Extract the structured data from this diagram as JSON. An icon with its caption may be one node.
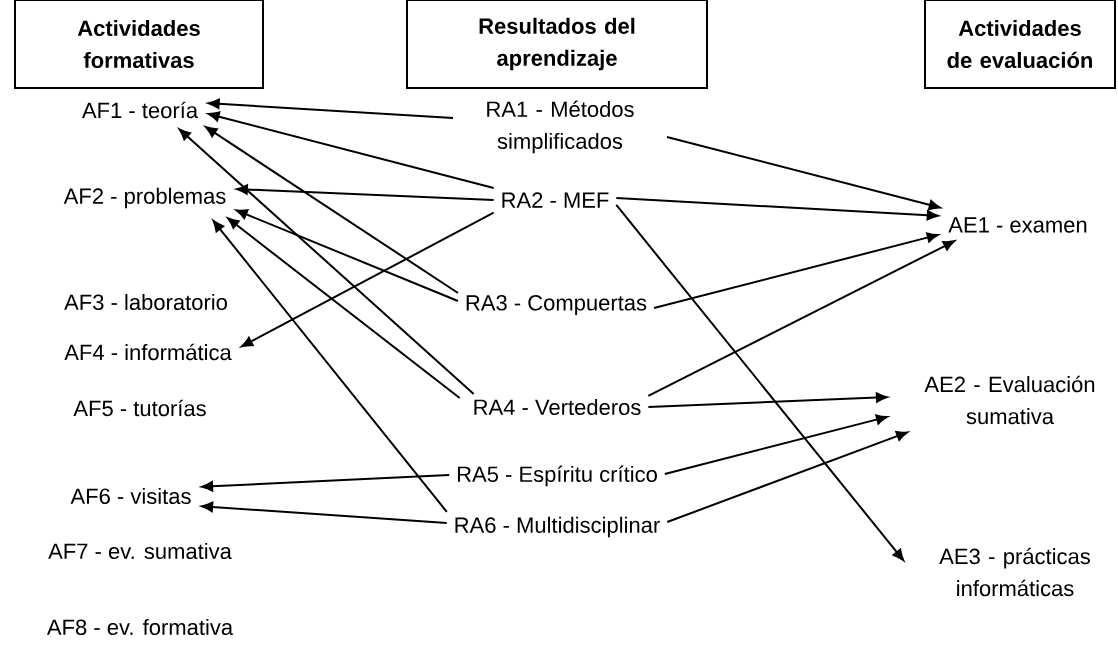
{
  "diagram": {
    "nodes": [
      {
        "text": [
          "Actividades formativas"
        ]
      },
      {
        "text": [
          "Resultados del aprendizaje"
        ]
      },
      {
        "text": [
          "Actividades de evaluación"
        ]
      },
      {
        "text": [
          "AF1 - teoría"
        ]
      },
      {
        "text": [
          "AF2 - problemas"
        ]
      },
      {
        "text": [
          "AF3 - laboratorio"
        ]
      },
      {
        "text": [
          "AF4 - informática"
        ]
      },
      {
        "text": [
          "AF5 - tutorías"
        ]
      },
      {
        "text": [
          "AF6 - visitas"
        ]
      },
      {
        "text": [
          "AF7 - ev. sumativa"
        ]
      },
      {
        "text": [
          "AF8 - ev. formativa"
        ]
      },
      {
        "text": [
          "RA1 - Métodos simplificados"
        ]
      },
      {
        "text": [
          "RA2 - MEF"
        ]
      },
      {
        "text": [
          "RA3 - Compuertas"
        ]
      },
      {
        "text": [
          "RA4 - Vertederos"
        ]
      },
      {
        "text": [
          "RA5 - Espíritu crítico"
        ]
      },
      {
        "text": [
          "RA6 - Multidisciplinar"
        ]
      },
      {
        "text": [
          "AE1 - examen"
        ]
      },
      {
        "text": [
          "AE2 - Evaluación sumativa"
        ]
      },
      {
        "text": [
          "AE3 - prácticas informáticas"
        ]
      }
    ],
    "edges": [
      {
        "from": 11,
        "to": 3,
        "arrow": "to"
      },
      {
        "from": 12,
        "to": 3,
        "arrow": "to"
      },
      {
        "from": 13,
        "to": 3,
        "arrow": "to"
      },
      {
        "from": 14,
        "to": 3,
        "arrow": "to"
      },
      {
        "from": 12,
        "to": 4,
        "arrow": "to"
      },
      {
        "from": 13,
        "to": 4,
        "arrow": "to"
      },
      {
        "from": 14,
        "to": 4,
        "arrow": "to"
      },
      {
        "from": 16,
        "to": 4,
        "arrow": "to"
      },
      {
        "from": 12,
        "to": 6,
        "arrow": "to"
      },
      {
        "from": 15,
        "to": 8,
        "arrow": "to"
      },
      {
        "from": 16,
        "to": 8,
        "arrow": "to"
      },
      {
        "from": 11,
        "to": 17,
        "arrow": "to"
      },
      {
        "from": 12,
        "to": 17,
        "arrow": "to"
      },
      {
        "from": 13,
        "to": 17,
        "arrow": "to"
      },
      {
        "from": 14,
        "to": 17,
        "arrow": "to"
      },
      {
        "from": 14,
        "to": 18,
        "arrow": "to"
      },
      {
        "from": 15,
        "to": 18,
        "arrow": "to"
      },
      {
        "from": 16,
        "to": 18,
        "arrow": "to"
      },
      {
        "from": 12,
        "to": 19,
        "arrow": "to"
      }
    ]
  }
}
